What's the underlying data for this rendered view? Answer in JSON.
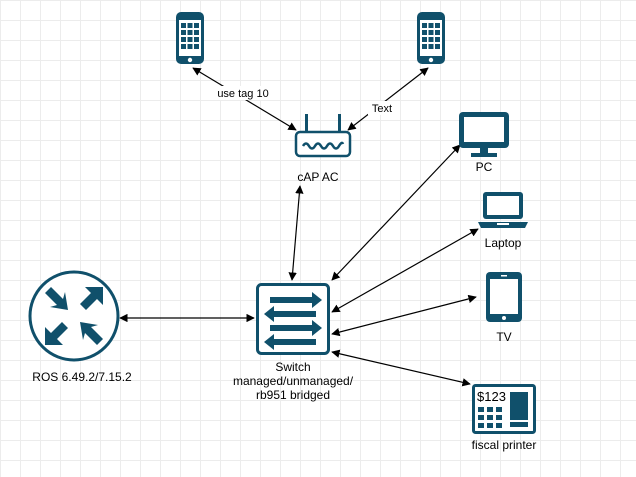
{
  "nodes": {
    "phone_left": {
      "label": ""
    },
    "phone_right": {
      "label": ""
    },
    "cap": {
      "label": "cAP AC"
    },
    "pc": {
      "label": "PC"
    },
    "laptop": {
      "label": "Laptop"
    },
    "tv": {
      "label": "TV"
    },
    "router": {
      "label": "ROS 6.49.2/7.15.2"
    },
    "switch": {
      "label_lines": [
        "Switch",
        "managed/unmanaged/",
        "rb951 bridged"
      ]
    },
    "printer": {
      "label": "fiscal printer",
      "screen_text": "$123"
    }
  },
  "edges": {
    "phone_left_cap": {
      "label": "use tag 10"
    },
    "phone_right_cap": {
      "label": "Text"
    }
  },
  "colors": {
    "icon": "#10506b",
    "line": "#000000",
    "label_bg": "#ffffff"
  }
}
